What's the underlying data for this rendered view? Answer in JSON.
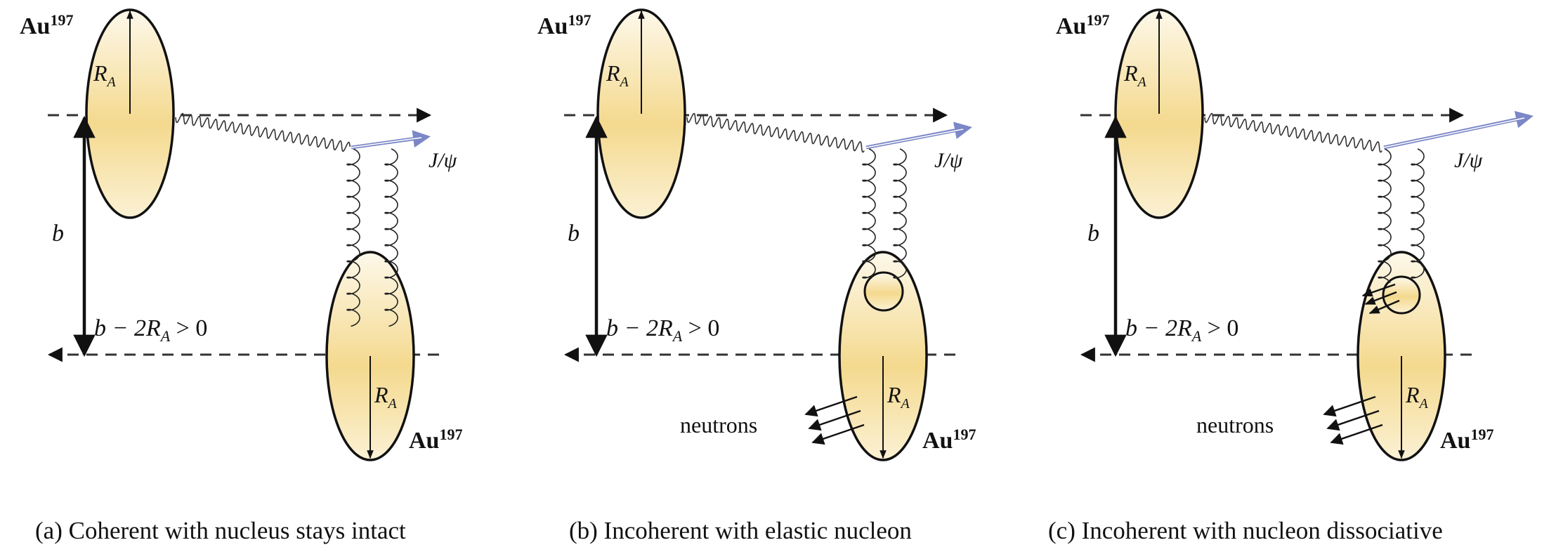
{
  "panels": [
    {
      "id": "a",
      "nucleus_top": "Au",
      "nucleus_top_sup": "197",
      "nucleus_bottom": "Au",
      "nucleus_bottom_sup": "197",
      "radius_label": "R",
      "radius_sub": "A",
      "impact_label": "b",
      "condition_label": "b − 2R",
      "condition_sub": "A",
      "condition_rest": " > 0",
      "meson_label": "J/ψ",
      "neutrons_label": "",
      "caption": "(a) Coherent with nucleus stays intact",
      "nucleon_shown": false,
      "neutrons_shown": false,
      "dissociative": false
    },
    {
      "id": "b",
      "nucleus_top": "Au",
      "nucleus_top_sup": "197",
      "nucleus_bottom": "Au",
      "nucleus_bottom_sup": "197",
      "radius_label": "R",
      "radius_sub": "A",
      "impact_label": "b",
      "condition_label": "b − 2R",
      "condition_sub": "A",
      "condition_rest": " > 0",
      "meson_label": "J/ψ",
      "neutrons_label": "neutrons",
      "caption": "(b) Incoherent with elastic nucleon",
      "nucleon_shown": true,
      "neutrons_shown": true,
      "dissociative": false
    },
    {
      "id": "c",
      "nucleus_top": "Au",
      "nucleus_top_sup": "197",
      "nucleus_bottom": "Au",
      "nucleus_bottom_sup": "197",
      "radius_label": "R",
      "radius_sub": "A",
      "impact_label": "b",
      "condition_label": "b − 2R",
      "condition_sub": "A",
      "condition_rest": " > 0",
      "meson_label": "J/ψ",
      "neutrons_label": "neutrons",
      "caption": "(c) Incoherent with nucleon dissociative",
      "nucleon_shown": true,
      "neutrons_shown": true,
      "dissociative": true
    }
  ],
  "colors": {
    "nucleus_fill_edge": "#fdf8ea",
    "nucleus_fill_center": "#f4d98e",
    "photon_arrow": "#7b87c6",
    "line": "#111111"
  }
}
